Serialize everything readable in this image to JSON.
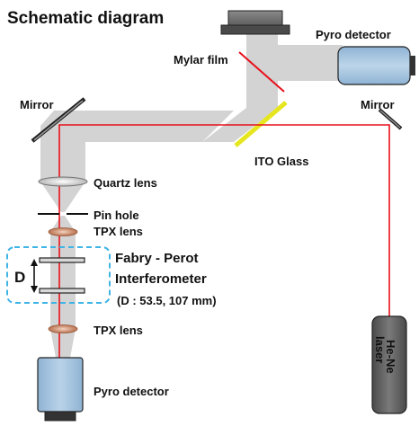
{
  "title": "Schematic diagram",
  "labels": {
    "mylar_film": "Mylar film",
    "pyro_detector_top": "Pyro detector",
    "mirror_left": "Mirror",
    "mirror_right": "Mirror",
    "ito_glass": "ITO Glass",
    "quartz_lens": "Quartz lens",
    "pin_hole": "Pin hole",
    "tpx_lens_top": "TPX lens",
    "fp_line1": "Fabry - Perot",
    "fp_line2": "Interferometer",
    "fp_spec": "(D : 53.5, 107 mm)",
    "d_marker": "D",
    "tpx_lens_bottom": "TPX lens",
    "pyro_detector_bottom": "Pyro detector",
    "laser_line1": "He-Ne",
    "laser_line2": "laser"
  },
  "colors": {
    "beam_gray": "#d0d0d0",
    "laser_red": "#e8101a",
    "detector_blue": "#a9c6de",
    "ito_yellow": "#e6e61e",
    "dashed_box": "#3fb4e6",
    "lens_brown": "#c07a5a"
  }
}
